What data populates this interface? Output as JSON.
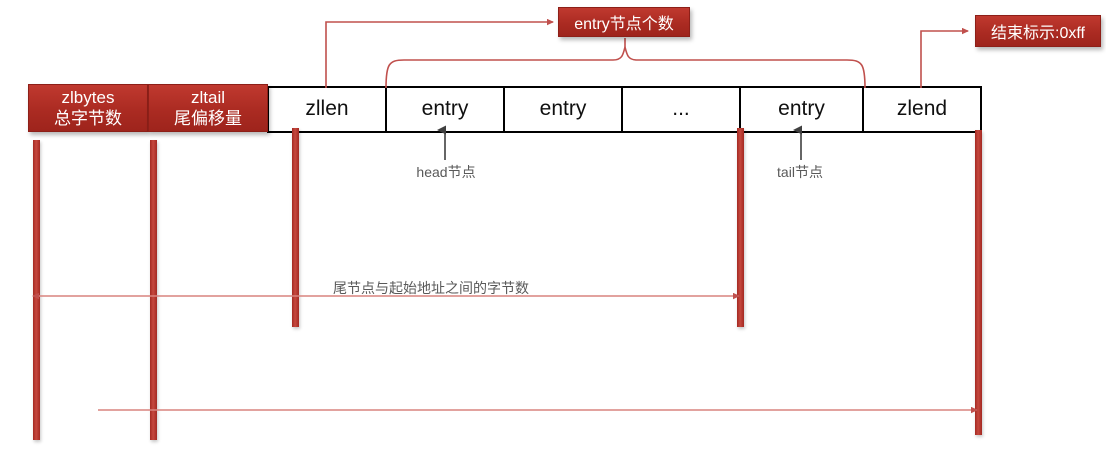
{
  "diagram": {
    "title": "ziplist structure",
    "colors": {
      "red_fill": "#ab2b22",
      "red_line": "#d06c66",
      "black_line": "#000000",
      "note_text": "#595959"
    },
    "structure_cells": [
      {
        "id": "zlbytes",
        "style": "red",
        "line1": "zlbytes",
        "line2": "总字节数"
      },
      {
        "id": "zltail",
        "style": "red",
        "line1": "zltail",
        "line2": "尾偏移量"
      },
      {
        "id": "zllen",
        "style": "white",
        "line1": "zllen",
        "line2": ""
      },
      {
        "id": "entry1",
        "style": "white",
        "line1": "entry",
        "line2": ""
      },
      {
        "id": "entry2",
        "style": "white",
        "line1": "entry",
        "line2": ""
      },
      {
        "id": "ellipsis",
        "style": "white",
        "line1": "...",
        "line2": ""
      },
      {
        "id": "entry3",
        "style": "white",
        "line1": "entry",
        "line2": ""
      },
      {
        "id": "zlend",
        "style": "white",
        "line1": "zlend",
        "line2": ""
      }
    ],
    "callouts": [
      {
        "id": "entry-count",
        "label": "entry节点个数"
      },
      {
        "id": "end-marker",
        "label": "结束标示:0xff"
      }
    ],
    "notes": [
      {
        "id": "head-node",
        "label": "head节点"
      },
      {
        "id": "tail-node",
        "label": "tail节点"
      },
      {
        "id": "tail-offset",
        "label": "尾节点与起始地址之间的字节数"
      }
    ]
  }
}
